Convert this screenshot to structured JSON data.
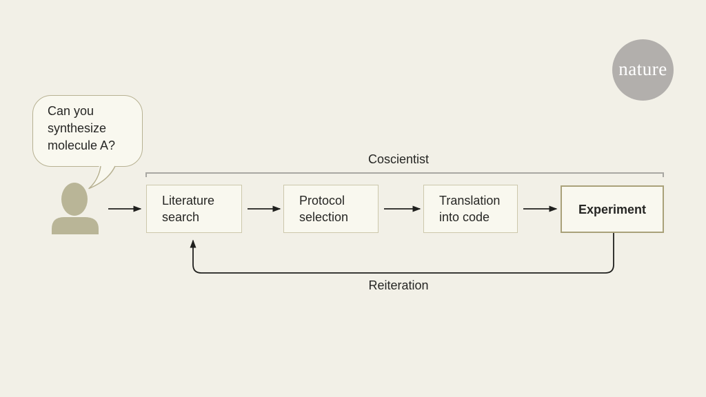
{
  "logo": {
    "label": "nature"
  },
  "speech_bubble": {
    "text": "Can you\nsynthesize\nmolecule A?"
  },
  "flow": {
    "bracket_label": "Coscientist",
    "boxes": [
      {
        "label": "Literature\nsearch",
        "emphasis": false
      },
      {
        "label": "Protocol\nselection",
        "emphasis": false
      },
      {
        "label": "Translation\ninto code",
        "emphasis": false
      },
      {
        "label": "Experiment",
        "emphasis": true
      }
    ],
    "loop_label": "Reiteration"
  },
  "icons": {
    "person": "person-icon",
    "flow_arrows": "right-arrow-icon",
    "loop_arrow": "up-arrow-icon"
  },
  "colors": {
    "bg": "#f2f0e7",
    "panel": "#f9f8ef",
    "box-border": "#ccc7ab",
    "box-border-strong": "#a9a179",
    "bubble-border": "#b7b192",
    "olive": "#b9b597",
    "logo-bg": "#b2afac",
    "logo-text": "#ffffff",
    "ink": "#262624",
    "arrow": "#1f1f1d",
    "bracket": "#a8a7a2"
  }
}
